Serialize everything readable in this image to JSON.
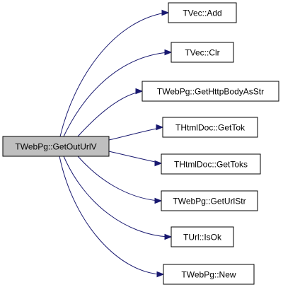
{
  "diagram": {
    "root": {
      "label": "TWebPg::GetOutUrlV"
    },
    "callees": [
      {
        "label": "TVec::Add"
      },
      {
        "label": "TVec::Clr"
      },
      {
        "label": "TWebPg::GetHttpBodyAsStr"
      },
      {
        "label": "THtmlDoc::GetTok"
      },
      {
        "label": "THtmlDoc::GetToks"
      },
      {
        "label": "TWebPg::GetUrlStr"
      },
      {
        "label": "TUrl::IsOk"
      },
      {
        "label": "TWebPg::New"
      }
    ],
    "colors": {
      "edge": "#191970",
      "root_fill": "#bfbfbf",
      "node_fill": "#ffffff",
      "border": "#000000"
    }
  }
}
